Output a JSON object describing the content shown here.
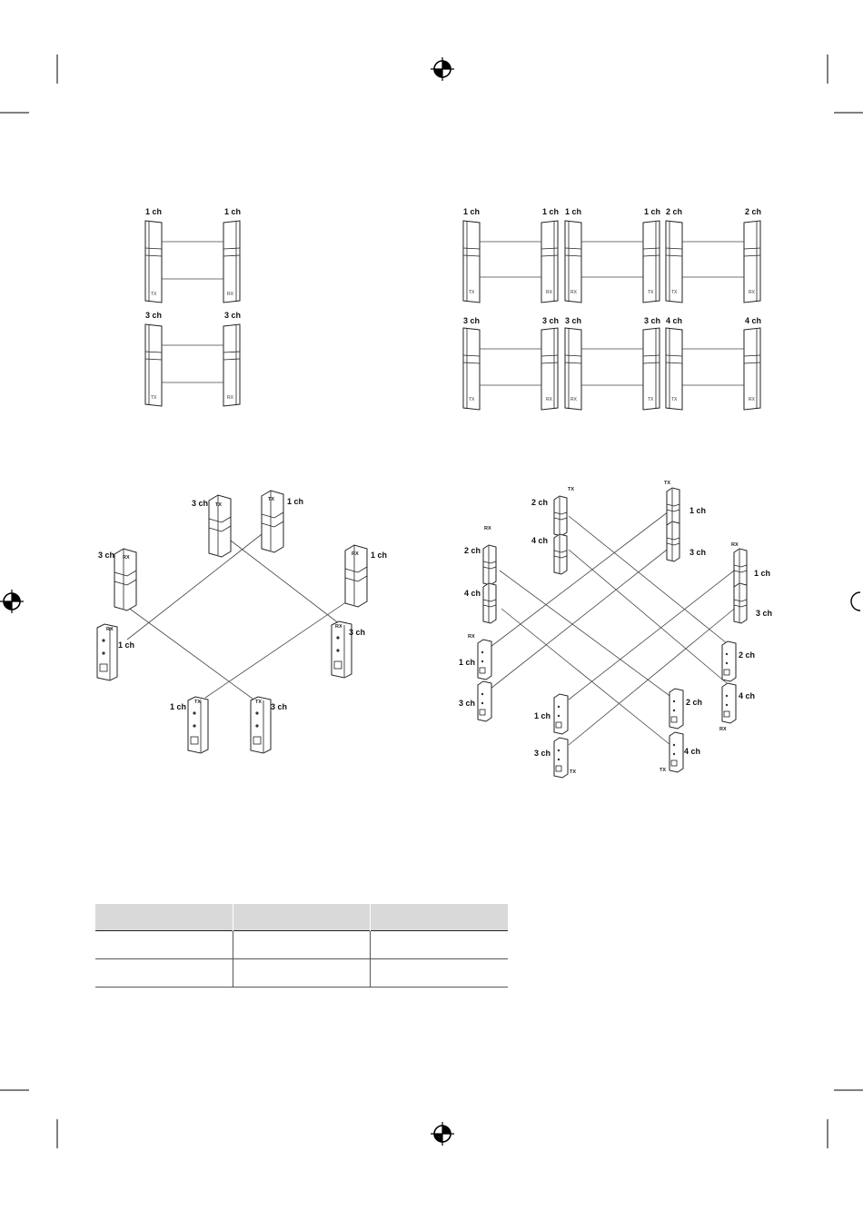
{
  "labels": {
    "ch1": "1 ch",
    "ch2": "2 ch",
    "ch3": "3 ch",
    "ch4": "4 ch",
    "tx": "TX",
    "rx": "RX"
  },
  "table": {
    "headers": [
      "",
      "",
      ""
    ],
    "rows": [
      [
        "",
        "",
        ""
      ],
      [
        "",
        "",
        ""
      ]
    ]
  }
}
